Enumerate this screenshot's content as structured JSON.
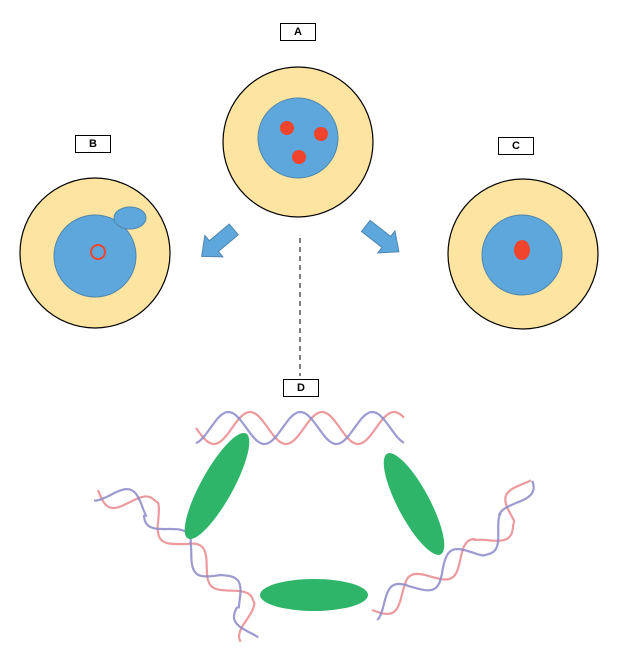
{
  "labels": {
    "a": "A",
    "b": "B",
    "c": "C",
    "d": "D"
  },
  "colors": {
    "cytoplasm": "#fde4a0",
    "nucleus": "#5ea7dc",
    "nucleus_stroke": "#4f86ad",
    "spot": "#f0442c",
    "arrow": "#5ea7dc",
    "protein": "#2fb56a",
    "strand_red": "#e9888c",
    "strand_blue": "#8b88c8"
  },
  "icons": {
    "arrow_left": "arrow-down-left-icon",
    "arrow_right": "arrow-down-right-icon"
  }
}
